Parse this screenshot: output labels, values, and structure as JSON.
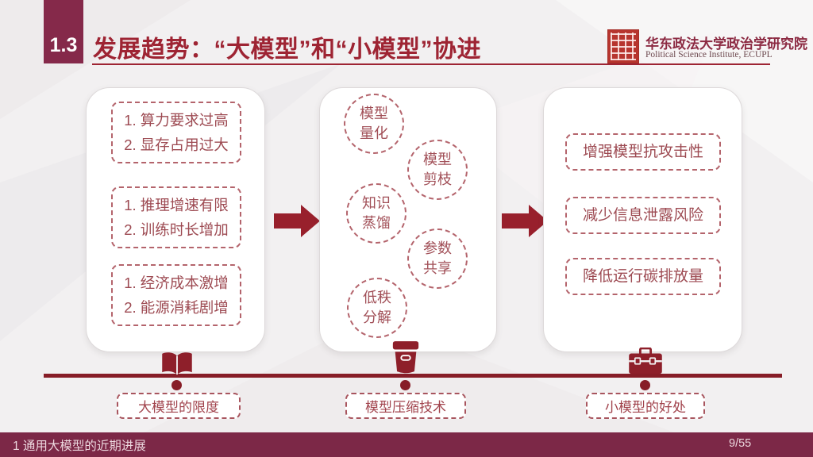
{
  "header": {
    "section_number": "1.3",
    "title": "发展趋势：“大模型”和“小模型”协进",
    "institute": {
      "name_cn": "华东政法大学政治学研究院",
      "name_en": "Political Science Institute, ECUPL"
    }
  },
  "flow": {
    "stage1": {
      "icon": "open-book-icon",
      "boxes": [
        {
          "line1": "1. 算力要求过高",
          "line2": "2. 显存占用过大"
        },
        {
          "line1": "1. 推理增速有限",
          "line2": "2. 训练时长增加"
        },
        {
          "line1": "1. 经济成本激增",
          "line2": "2. 能源消耗剧增"
        }
      ],
      "caption": "大模型的限度"
    },
    "stage2": {
      "icon": "archive-box-icon",
      "circles": [
        {
          "line1": "模型",
          "line2": "量化"
        },
        {
          "line1": "模型",
          "line2": "剪枝"
        },
        {
          "line1": "知识",
          "line2": "蒸馏"
        },
        {
          "line1": "参数",
          "line2": "共享"
        },
        {
          "line1": "低秩",
          "line2": "分解"
        }
      ],
      "caption": "模型压缩技术"
    },
    "stage3": {
      "icon": "briefcase-icon",
      "boxes": [
        {
          "label": "增强模型抗攻击性"
        },
        {
          "label": "减少信息泄露风险"
        },
        {
          "label": "降低运行碳排放量"
        }
      ],
      "caption": "小模型的好处"
    }
  },
  "footer": {
    "section_label": "1 通用大模型的近期进展",
    "page_indicator": "9/55"
  },
  "colors": {
    "header_box": "#85294a",
    "title_red": "#9e2433",
    "footer_bar": "#7c2847",
    "arrow_red": "#98202c",
    "timeline_red": "#871d27",
    "dashed_border": "#b4646c",
    "box_text": "#9d4a52",
    "seal_red": "#b7352e"
  }
}
